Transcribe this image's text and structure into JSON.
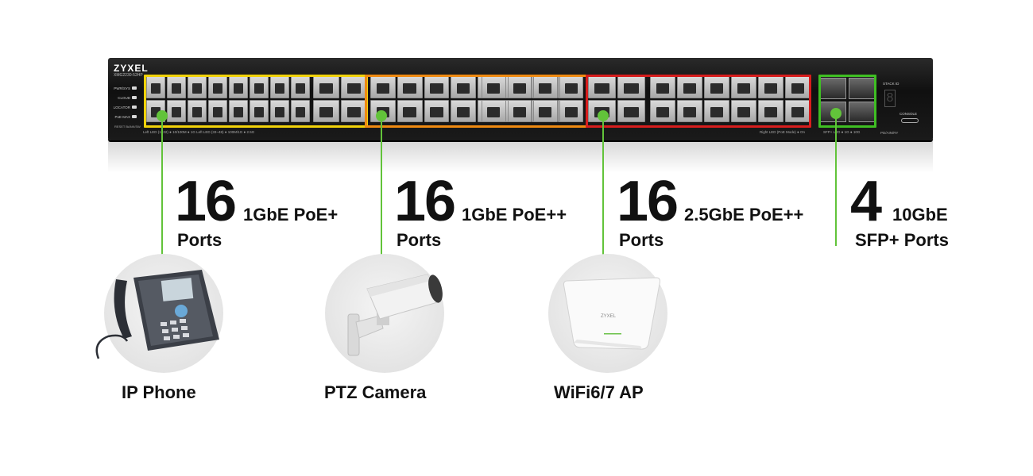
{
  "switch": {
    "brand": "ZYXEL",
    "model": "XMG2230-52HP",
    "leds": [
      "PWR/SYS",
      "CLOUD",
      "LOCATOR",
      "PoE MAX"
    ],
    "reset_label": "RESET  BANK/SW",
    "bottom_left_label": "Left LED (1~32) ● 10/100M ● 1G     Left LED (33~48) ● 100M/1G ● 2.5G",
    "bottom_right_label": "Right LED (PoE Mode) ● On",
    "sfp_label": "SFP+ LED ● 1G ● 10G",
    "stack_label": "STACK ID",
    "stack_digit": "8",
    "console_label": "CONSOLE",
    "poe_label": "PD/AIN/RY"
  },
  "groups": [
    {
      "count": "16",
      "type": "1GbE PoE+",
      "ports": "Ports",
      "color": "#f1d20a"
    },
    {
      "count": "16",
      "type": "1GbE PoE++",
      "ports": "Ports",
      "color": "#ef8a11"
    },
    {
      "count": "16",
      "type": "2.5GbE PoE++",
      "ports": "Ports",
      "color": "#d71d1d"
    },
    {
      "count": "4",
      "type": "10GbE",
      "ports": "SFP+ Ports",
      "color": "#3fbf23"
    }
  ],
  "devices": [
    {
      "label": "IP Phone",
      "icon": "ip-phone-icon"
    },
    {
      "label": "PTZ Camera",
      "icon": "ptz-camera-icon"
    },
    {
      "label": "WiFi6/7 AP",
      "icon": "access-point-icon"
    }
  ],
  "accent_color": "#62c33a"
}
